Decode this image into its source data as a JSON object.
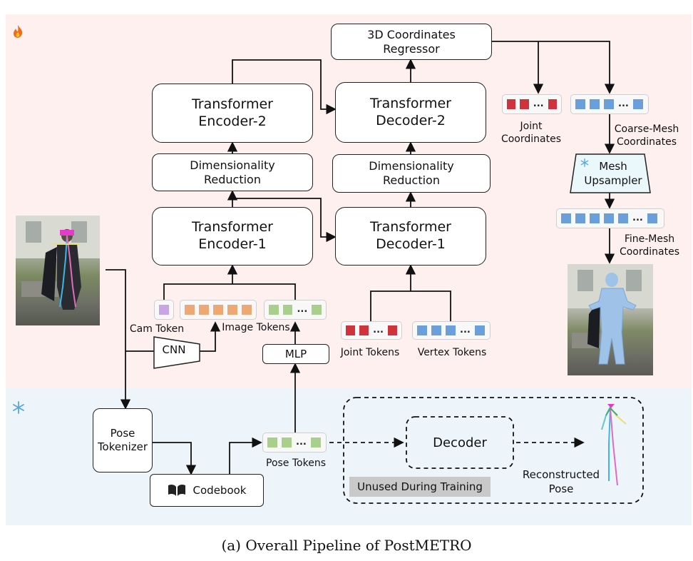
{
  "caption": "(a) Overall Pipeline of PostMETRO",
  "colors": {
    "trainable_bg": "#fdf0ee",
    "frozen_bg": "#edf5fb",
    "joint": "#d0333c",
    "vertex": "#6a9fdc",
    "image": "#eea873",
    "pose": "#a8cf8c",
    "cam": "#c8a6e6"
  },
  "icons": {
    "trainable": "fire-icon",
    "frozen": "snowflake-icon",
    "codebook": "book-icon"
  },
  "boxes": {
    "regressor": "3D Coordinates\nRegressor",
    "enc2": "Transformer\nEncoder-2",
    "dec2": "Transformer\nDecoder-2",
    "dimred_enc": "Dimensionality\nReduction",
    "dimred_dec": "Dimensionality\nReduction",
    "enc1": "Transformer\nEncoder-1",
    "dec1": "Transformer\nDecoder-1",
    "cnn": "CNN",
    "mlp": "MLP",
    "pose_tokenizer": "Pose\nTokenizer",
    "codebook": "Codebook",
    "decoder": "Decoder",
    "mesh_upsampler": "Mesh\nUpsampler"
  },
  "labels": {
    "cam_token": "Cam Token",
    "image_tokens": "Image Tokens",
    "joint_tokens": "Joint Tokens",
    "vertex_tokens": "Vertex Tokens",
    "joint_coords": "Joint\nCoordinates",
    "coarse_coords": "Coarse-Mesh\nCoordinates",
    "fine_coords": "Fine-Mesh\nCoordinates",
    "pose_tokens": "Pose Tokens",
    "reconstructed": "Reconstructed\nPose",
    "unused": "Unused During Training",
    "ellipsis": "..."
  }
}
